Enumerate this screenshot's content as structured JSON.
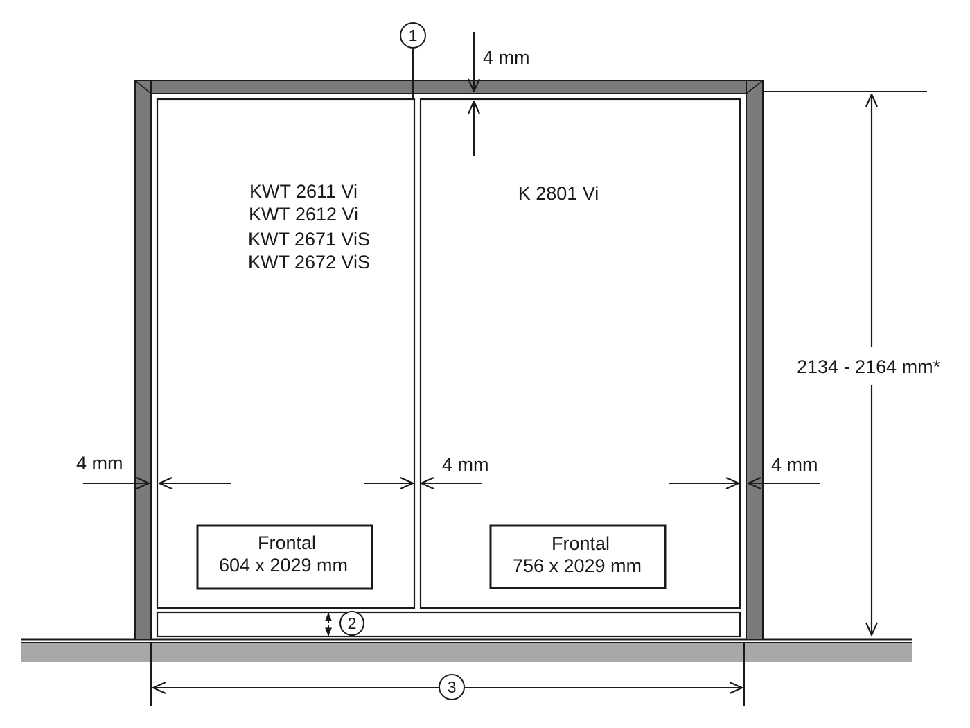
{
  "dimensions": {
    "top_gap": "4 mm",
    "left_gap": "4 mm",
    "middle_gap": "4 mm",
    "right_gap": "4 mm",
    "height_range": "2134 - 2164 mm*"
  },
  "appliances": {
    "left_models": [
      "KWT 2611 Vi",
      "KWT 2612 Vi",
      "KWT 2671 ViS",
      "KWT 2672 ViS"
    ],
    "right_model": "K 2801 Vi"
  },
  "front_panels": {
    "left": {
      "title": "Frontal",
      "size": "604 x 2029 mm"
    },
    "right": {
      "title": "Frontal",
      "size": "756 x 2029 mm"
    }
  },
  "callouts": {
    "one": "1",
    "two": "2",
    "three": "3"
  },
  "colors": {
    "frame": "#7a7a7a",
    "floor": "#a8a8a8",
    "line": "#1a1a1a"
  }
}
